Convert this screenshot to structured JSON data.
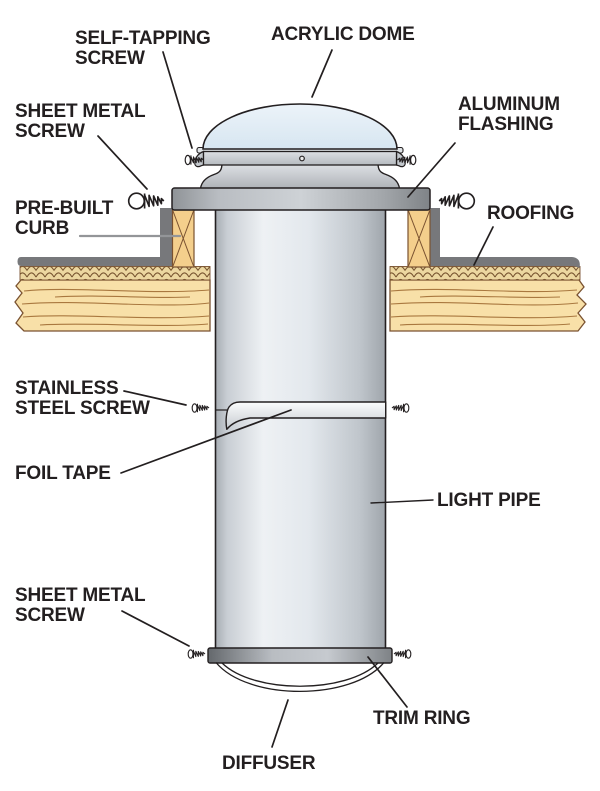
{
  "figure": {
    "type": "technical-diagram",
    "subject": "Tubular skylight installation cross-section",
    "labels": {
      "self_tapping_screw": "SELF-TAPPING\nSCREW",
      "acrylic_dome": "ACRYLIC DOME",
      "sheet_metal_screw_top": "SHEET METAL\nSCREW",
      "aluminum_flashing": "ALUMINUM\nFLASHING",
      "pre_built_curb": "PRE-BUILT\nCURB",
      "roofing": "ROOFING",
      "stainless_steel_screw": "STAINLESS\nSTEEL SCREW",
      "foil_tape": "FOIL TAPE",
      "light_pipe": "LIGHT PIPE",
      "sheet_metal_screw_bottom": "SHEET METAL\nSCREW",
      "trim_ring": "TRIM RING",
      "diffuser": "DIFFUSER"
    },
    "colors": {
      "outline": "#231f20",
      "label_text": "#231f20",
      "leader_black": "#231f20",
      "leader_gray": "#939598",
      "dome_blue": "#e3edf6",
      "metal_light": "#d6dadd",
      "metal_mid": "#a9adb2",
      "flashing_dark": "#77787b",
      "curb_wood": "#f4cf8c",
      "deck_wood": "#f8e0a8",
      "shingle": "#ecd7a0",
      "wood_line": "#7a5230",
      "background": "#ffffff"
    }
  }
}
